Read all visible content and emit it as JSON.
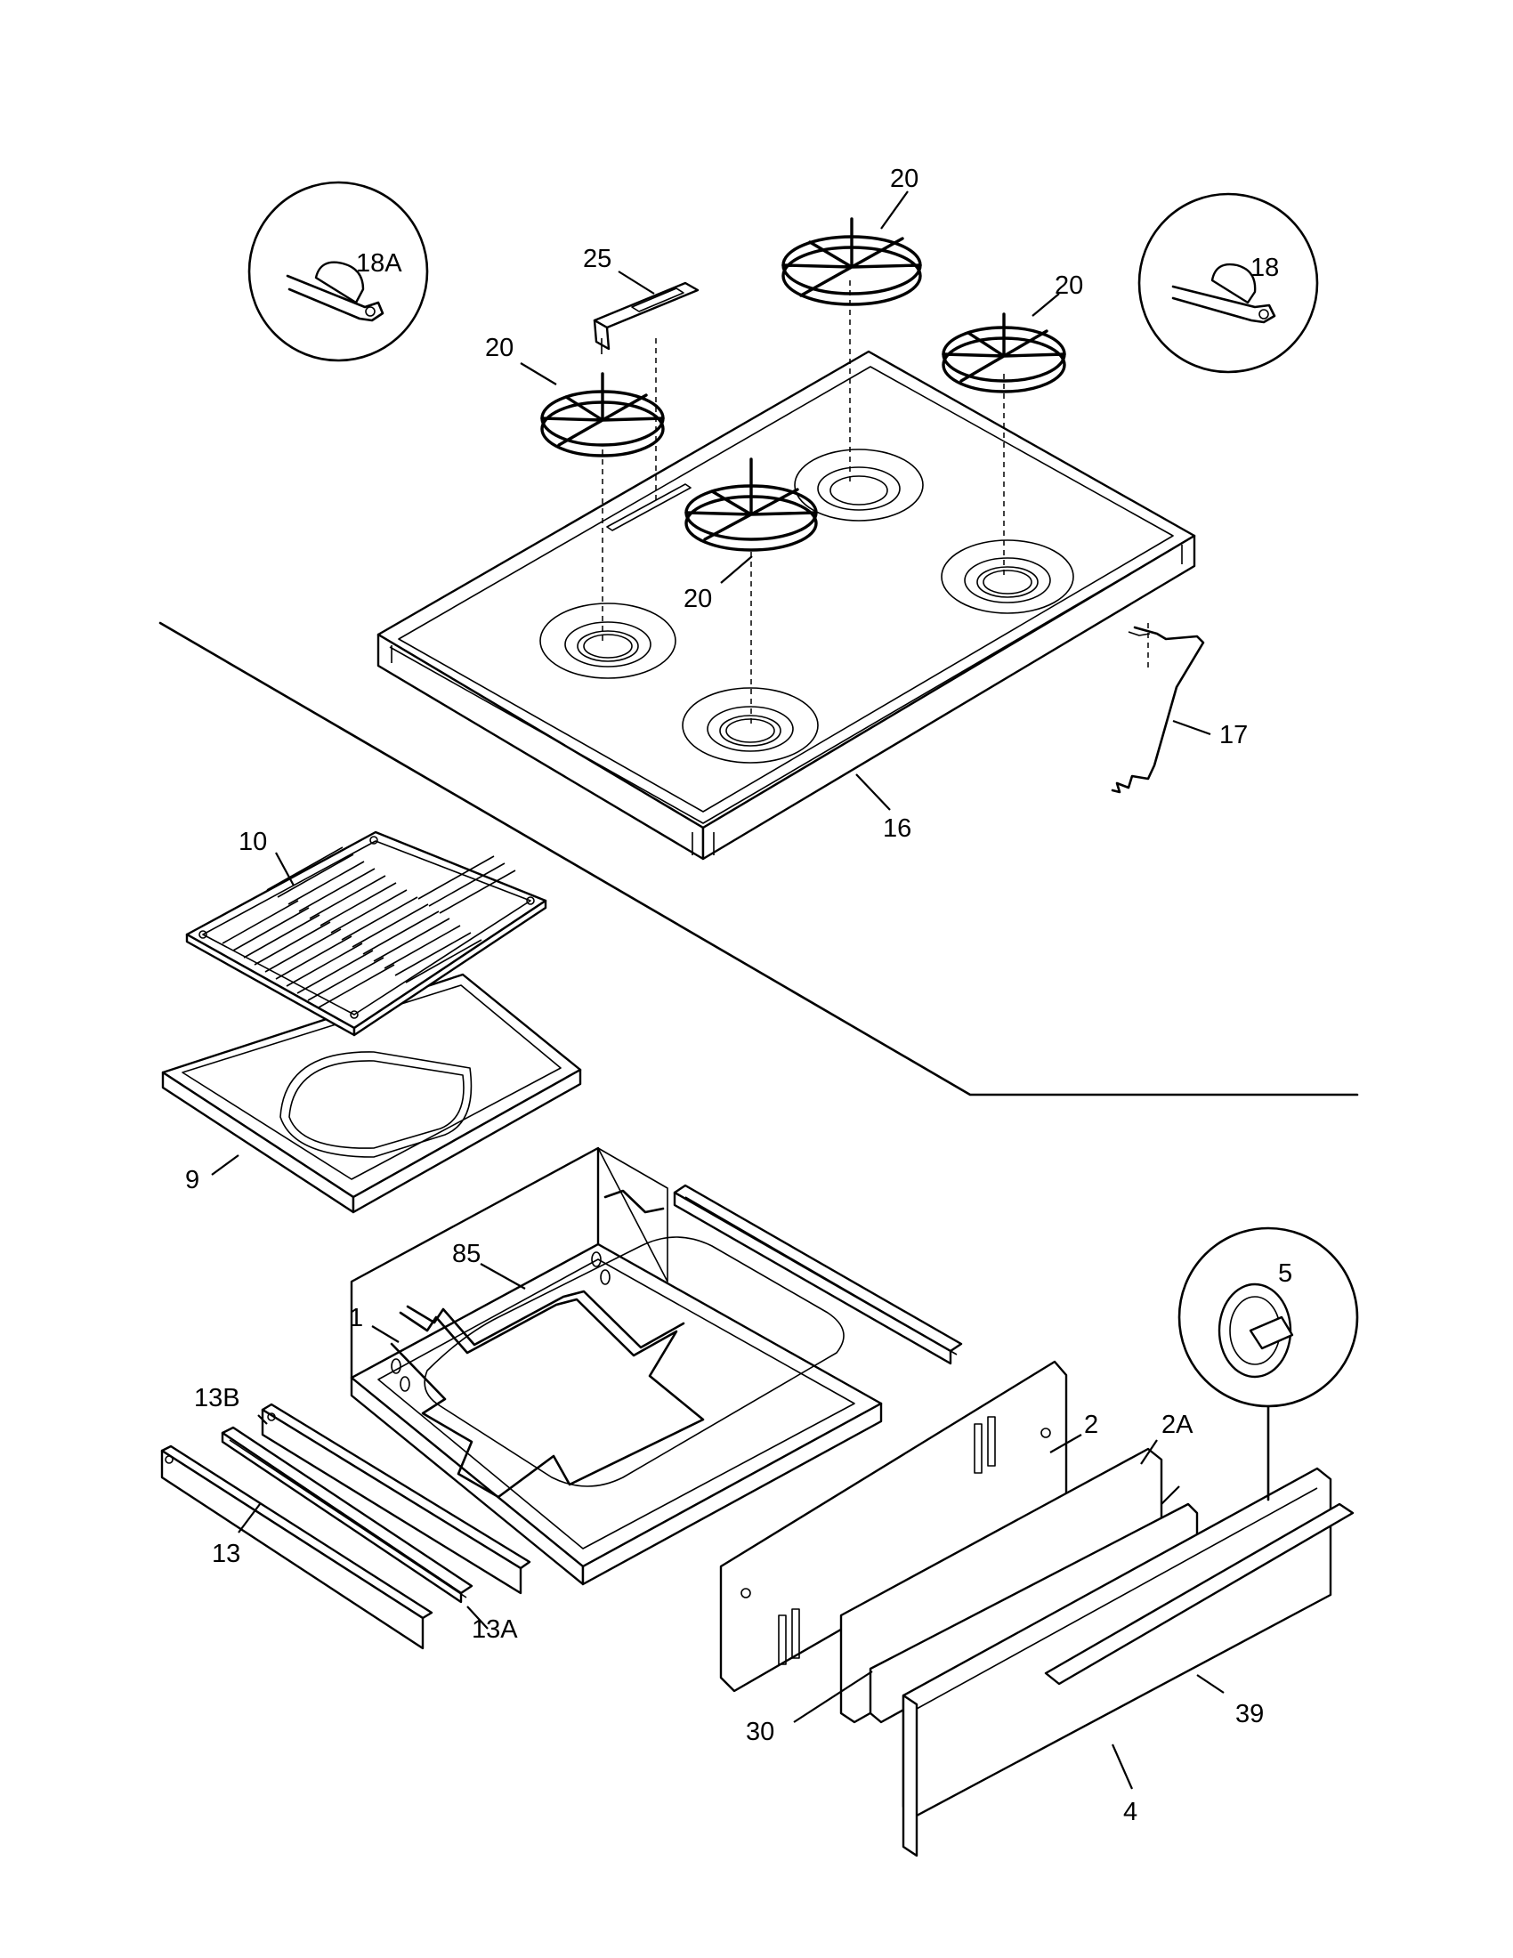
{
  "diagram": {
    "callouts": {
      "c_18A": "18A",
      "c_25": "25",
      "c_20_top": "20",
      "c_20_right": "20",
      "c_20_left": "20",
      "c_20_center": "20",
      "c_18": "18",
      "c_17": "17",
      "c_16": "16",
      "c_10": "10",
      "c_9": "9",
      "c_85": "85",
      "c_1": "1",
      "c_13B": "13B",
      "c_13": "13",
      "c_13A": "13A",
      "c_5": "5",
      "c_2": "2",
      "c_2A": "2A",
      "c_39": "39",
      "c_30": "30",
      "c_4": "4"
    }
  }
}
